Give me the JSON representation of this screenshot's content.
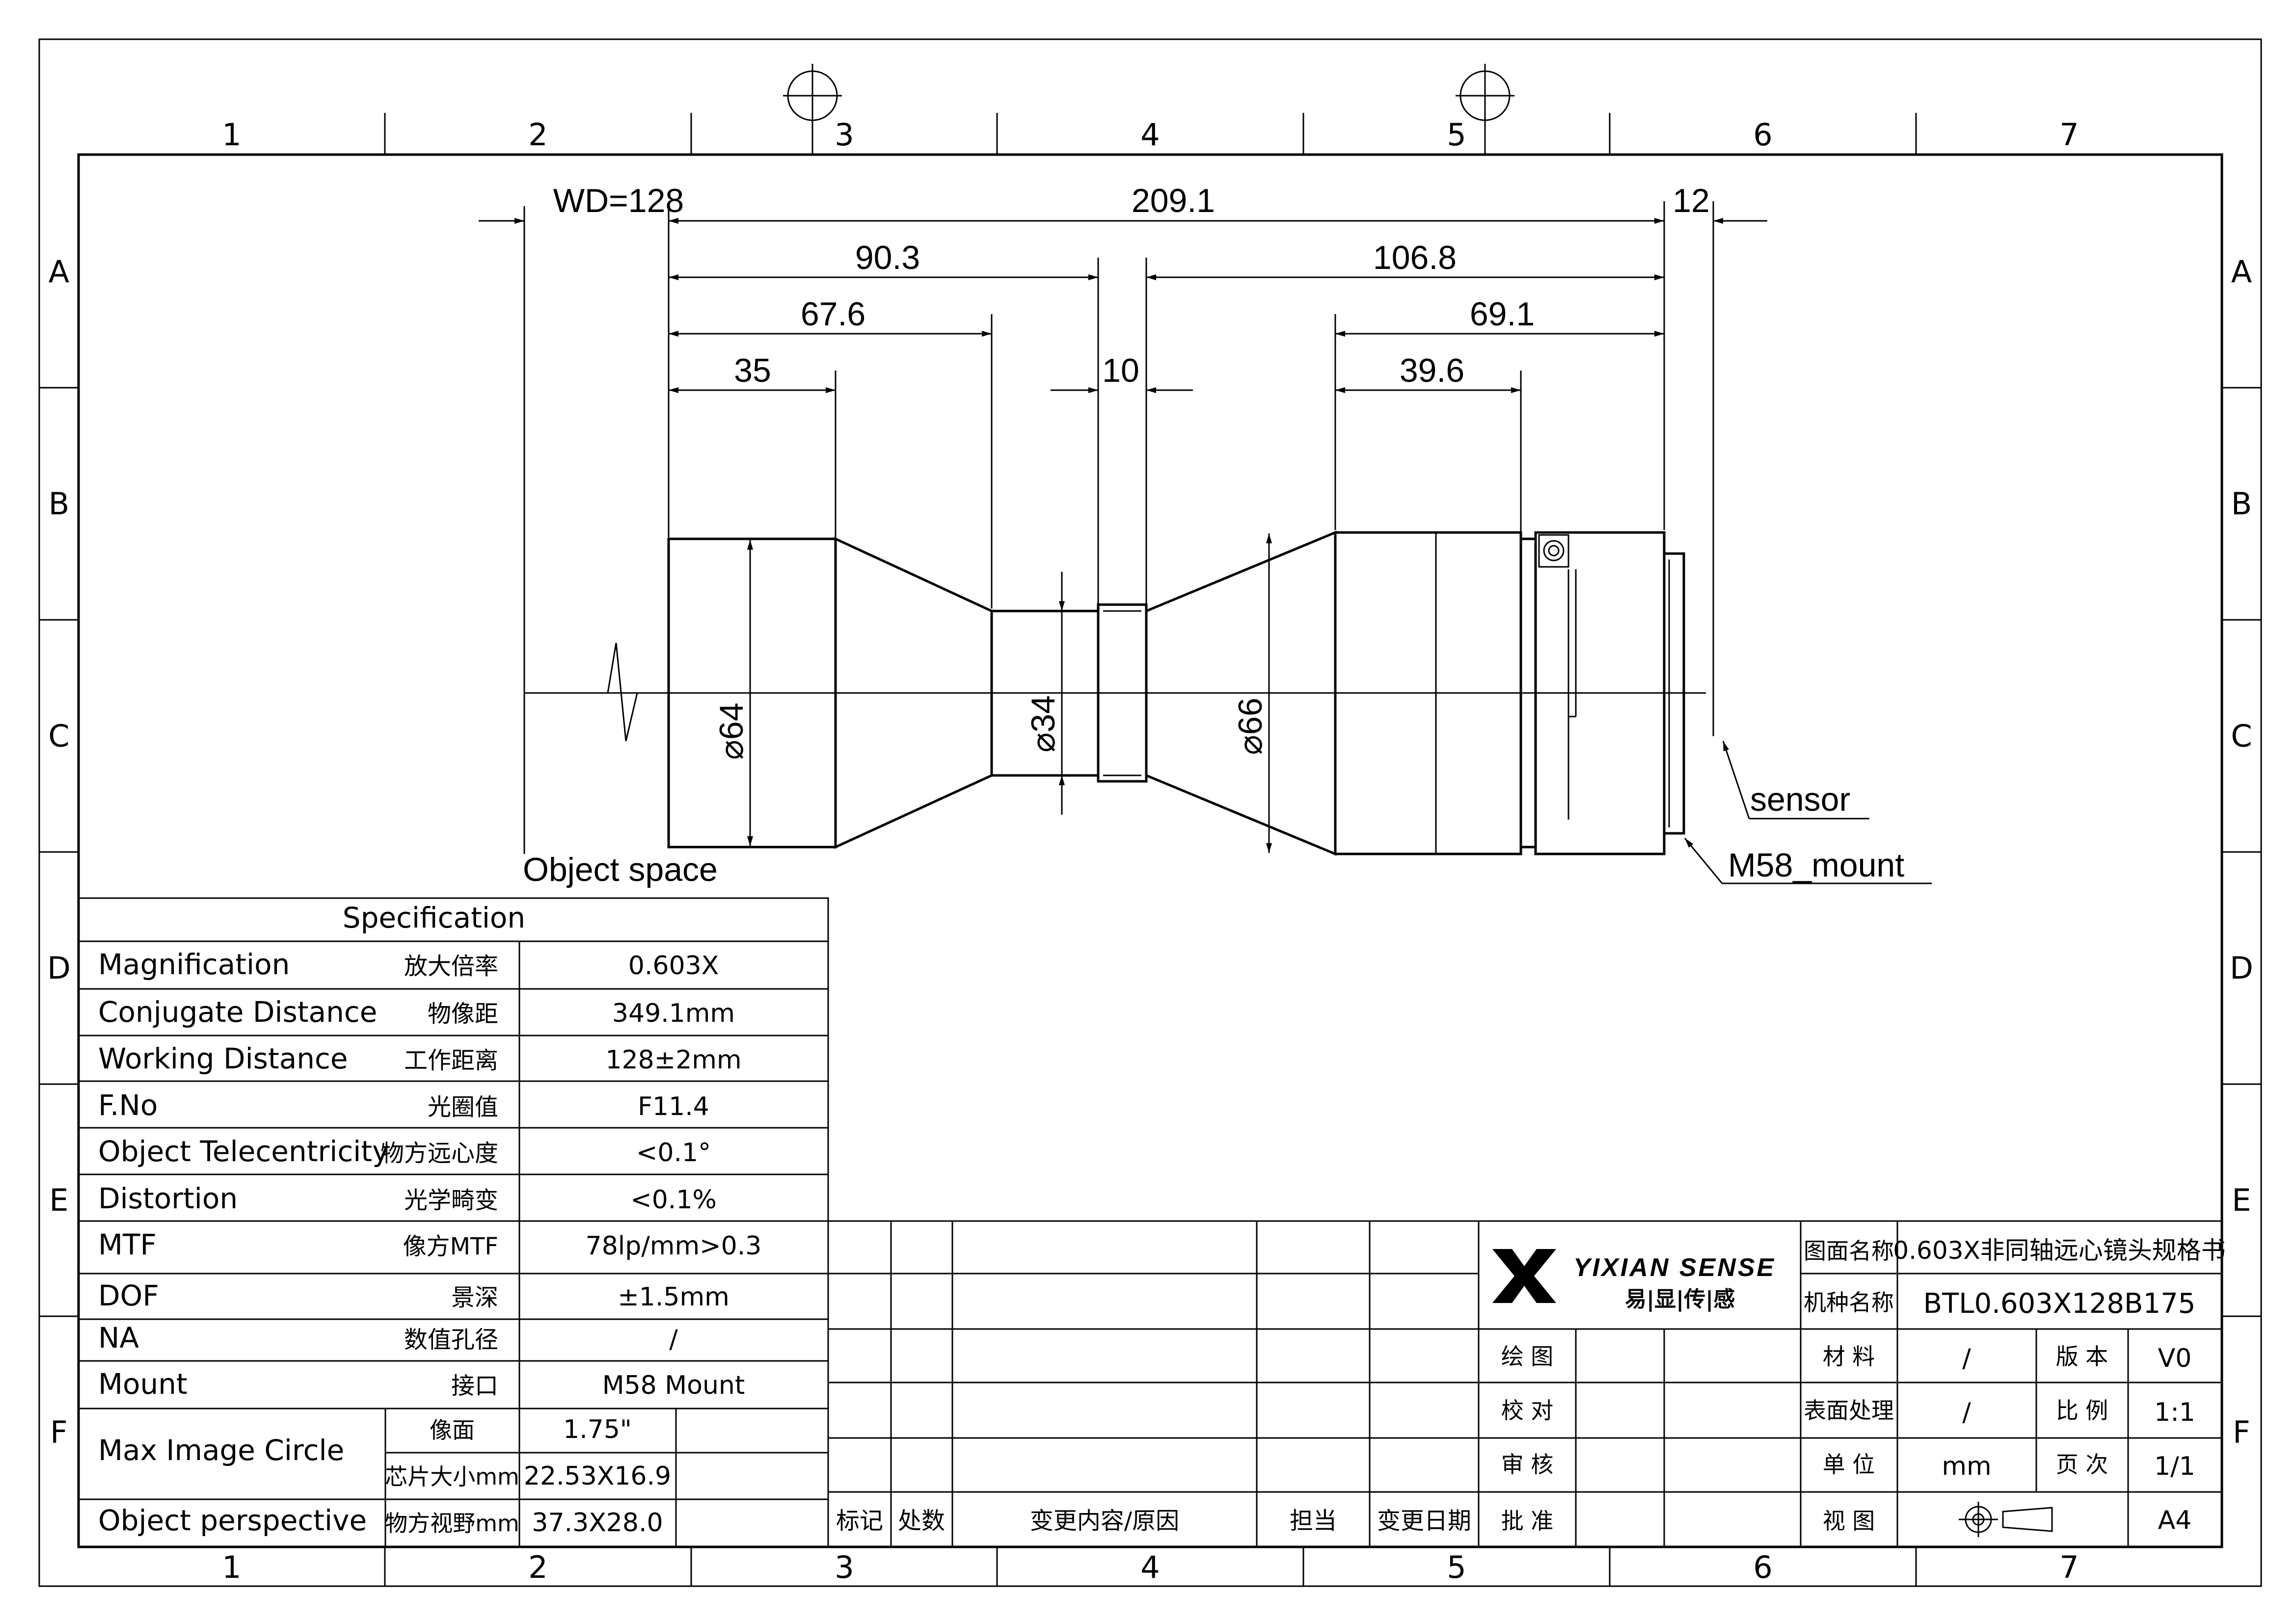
{
  "border": {
    "columns": [
      "1",
      "2",
      "3",
      "4",
      "5",
      "6",
      "7"
    ],
    "rows": [
      "A",
      "B",
      "C",
      "D",
      "E",
      "F"
    ]
  },
  "dimensions": {
    "wd": "WD=128",
    "total": "209.1",
    "flange": "12",
    "front_group": "90.3",
    "rear_group": "106.8",
    "front_taper": "67.6",
    "front_barrel": "35",
    "mid_ring": "10",
    "rear_barrel": "69.1",
    "rear_front": "39.6",
    "dia_front": "⌀64",
    "dia_mid": "⌀34",
    "dia_rear": "⌀66"
  },
  "callouts": {
    "sensor": "sensor",
    "mount": "M58_mount",
    "object_space": "Object space"
  },
  "spec": {
    "title": "Specification",
    "rows": [
      {
        "en": "Magnification",
        "cn": "放大倍率",
        "value": "0.603X"
      },
      {
        "en": "Conjugate Distance",
        "cn": "物像距",
        "value": "349.1mm"
      },
      {
        "en": "Working Distance",
        "cn": "工作距离",
        "value": "128±2mm"
      },
      {
        "en": "F.No",
        "cn": "光圈值",
        "value": "F11.4"
      },
      {
        "en": "Object Telecentricity",
        "cn": "物方远心度",
        "value": "<0.1°"
      },
      {
        "en": "Distortion",
        "cn": "光学畸变",
        "value": "<0.1%"
      },
      {
        "en": "MTF",
        "cn": "像方MTF",
        "value": "78lp/mm>0.3"
      },
      {
        "en": "DOF",
        "cn": "景深",
        "value": "±1.5mm"
      },
      {
        "en": "NA",
        "cn": "数值孔径",
        "value": "/"
      },
      {
        "en": "Mount",
        "cn": "接口",
        "value": "M58 Mount"
      }
    ],
    "image_circle": {
      "en": "Max Image Circle",
      "sub1_cn": "像面",
      "sub1_value": "1.75\"",
      "sub2_cn": "芯片大小mm",
      "sub2_value": "22.53X16.9"
    },
    "object_perspective": {
      "en": "Object perspective",
      "cn": "物方视野mm",
      "value": "37.3X28.0"
    }
  },
  "revision": {
    "headers": [
      "标记",
      "处数",
      "变更内容/原因",
      "担当",
      "变更日期"
    ]
  },
  "title_block": {
    "brand": "YIXIAN SENSE",
    "brand_cn": "易|显|传|感",
    "drawing_name_label": "图面名称",
    "drawing_name": "0.603X非同轴远心镜头规格书",
    "model_label": "机种名称",
    "model": "BTL0.603X128B175",
    "roles": [
      "绘 图",
      "校 对",
      "审 核",
      "批 准"
    ],
    "material_label": "材 料",
    "material": "/",
    "version_label": "版 本",
    "version": "V0",
    "surface_label": "表面处理",
    "surface": "/",
    "scale_label": "比 例",
    "scale": "1:1",
    "unit_label": "单 位",
    "unit": "mm",
    "page_label": "页 次",
    "page": "1/1",
    "view_label": "视 图",
    "size": "A4"
  }
}
